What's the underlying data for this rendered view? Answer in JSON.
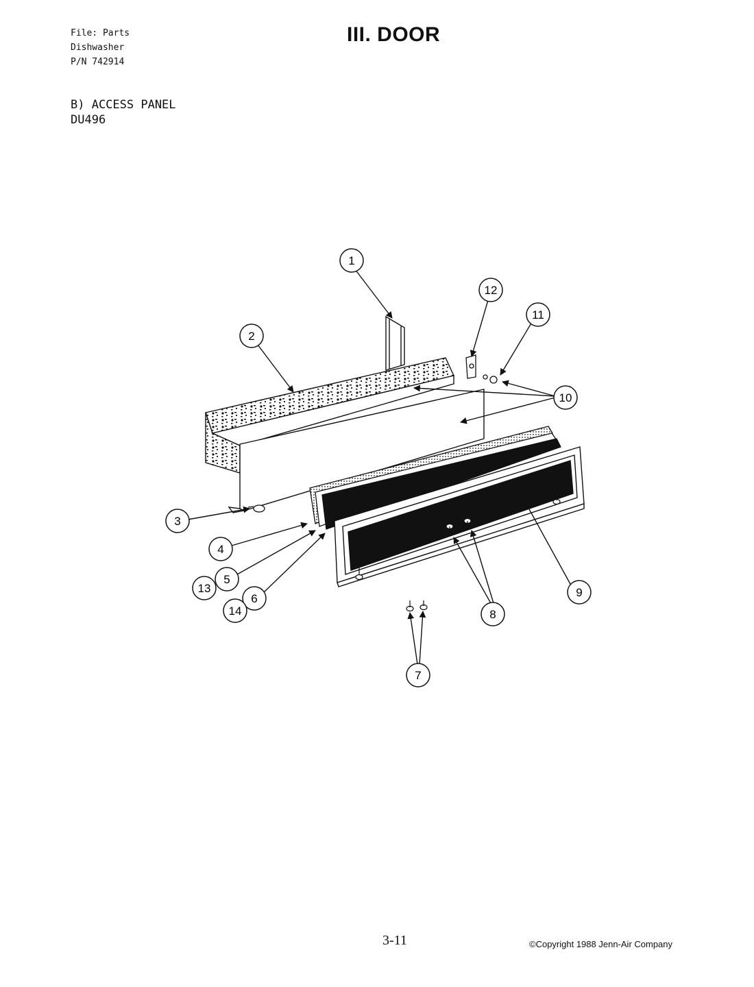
{
  "header": {
    "file_lines": [
      "File: Parts",
      "Dishwasher",
      "P/N 742914"
    ],
    "title": "III. DOOR"
  },
  "section": {
    "heading": "B) ACCESS PANEL",
    "model": "DU496"
  },
  "diagram": {
    "callouts": [
      "1",
      "2",
      "3",
      "4",
      "5",
      "6",
      "7",
      "8",
      "9",
      "10",
      "11",
      "12",
      "13",
      "14"
    ]
  },
  "footer": {
    "page_number": "3-11",
    "copyright": "©Copyright 1988 Jenn-Air Company"
  }
}
